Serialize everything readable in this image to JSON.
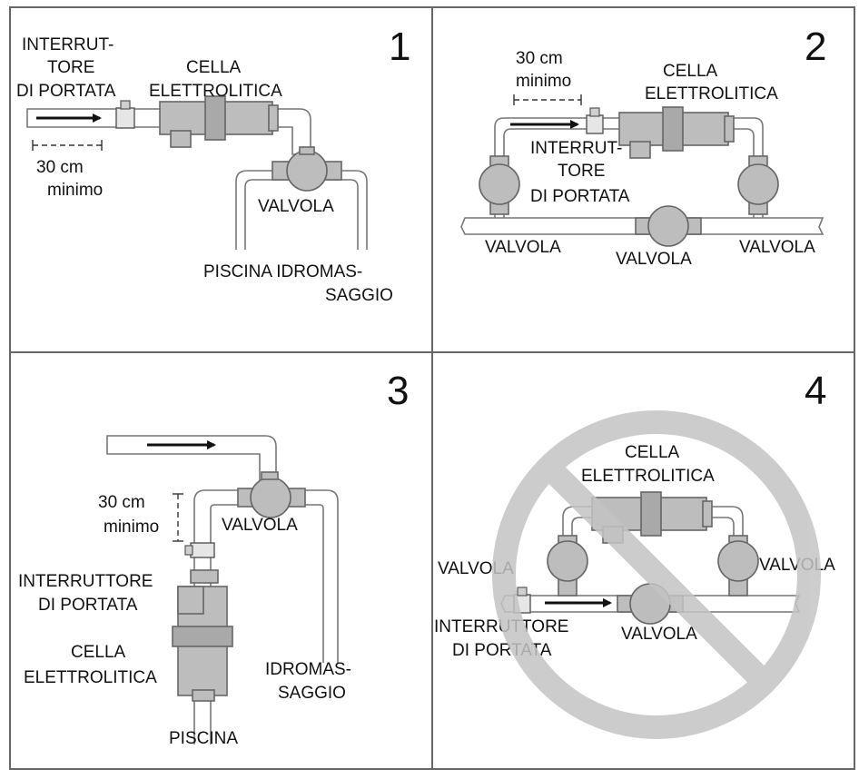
{
  "colors": {
    "border": "#666666",
    "pipe": "#777777",
    "component": "#bdbdbd",
    "forbidden": "#c4c4c4"
  },
  "panel1": {
    "number": "1",
    "switch_line1": "INTERRUT-",
    "switch_line2": "TORE",
    "switch_line3": "DI PORTATA",
    "cell_line1": "CELLA",
    "cell_line2": "ELETTROLITICA",
    "dist_line1": "30 cm",
    "dist_line2": "minimo",
    "valve": "VALVOLA",
    "dest_line1": "PISCINA IDROMAS-",
    "dest_line2": "SAGGIO"
  },
  "panel2": {
    "number": "2",
    "dist_line1": "30 cm",
    "dist_line2": "minimo",
    "cell_line1": "CELLA",
    "cell_line2": "ELETTROLITICA",
    "switch_line1": "INTERRUT-",
    "switch_line2": "TORE",
    "switch_line3": "DI PORTATA",
    "valve_left": "VALVOLA",
    "valve_center": "VALVOLA",
    "valve_right": "VALVOLA"
  },
  "panel3": {
    "number": "3",
    "dist_line1": "30 cm",
    "dist_line2": "minimo",
    "valve": "VALVOLA",
    "switch_line1": "INTERRUTTORE",
    "switch_line2": "DI PORTATA",
    "cell_line1": "CELLA",
    "cell_line2": "ELETTROLITICA",
    "spa_line1": "IDROMAS-",
    "spa_line2": "SAGGIO",
    "pool": "PISCINA"
  },
  "panel4": {
    "number": "4",
    "cell_line1": "CELLA",
    "cell_line2": "ELETTROLITICA",
    "valve_left": "VALVOLA",
    "valve_right": "VALVOLA",
    "valve_center": "VALVOLA",
    "switch_line1": "INTERRUTTORE",
    "switch_line2": "DI PORTATA"
  }
}
